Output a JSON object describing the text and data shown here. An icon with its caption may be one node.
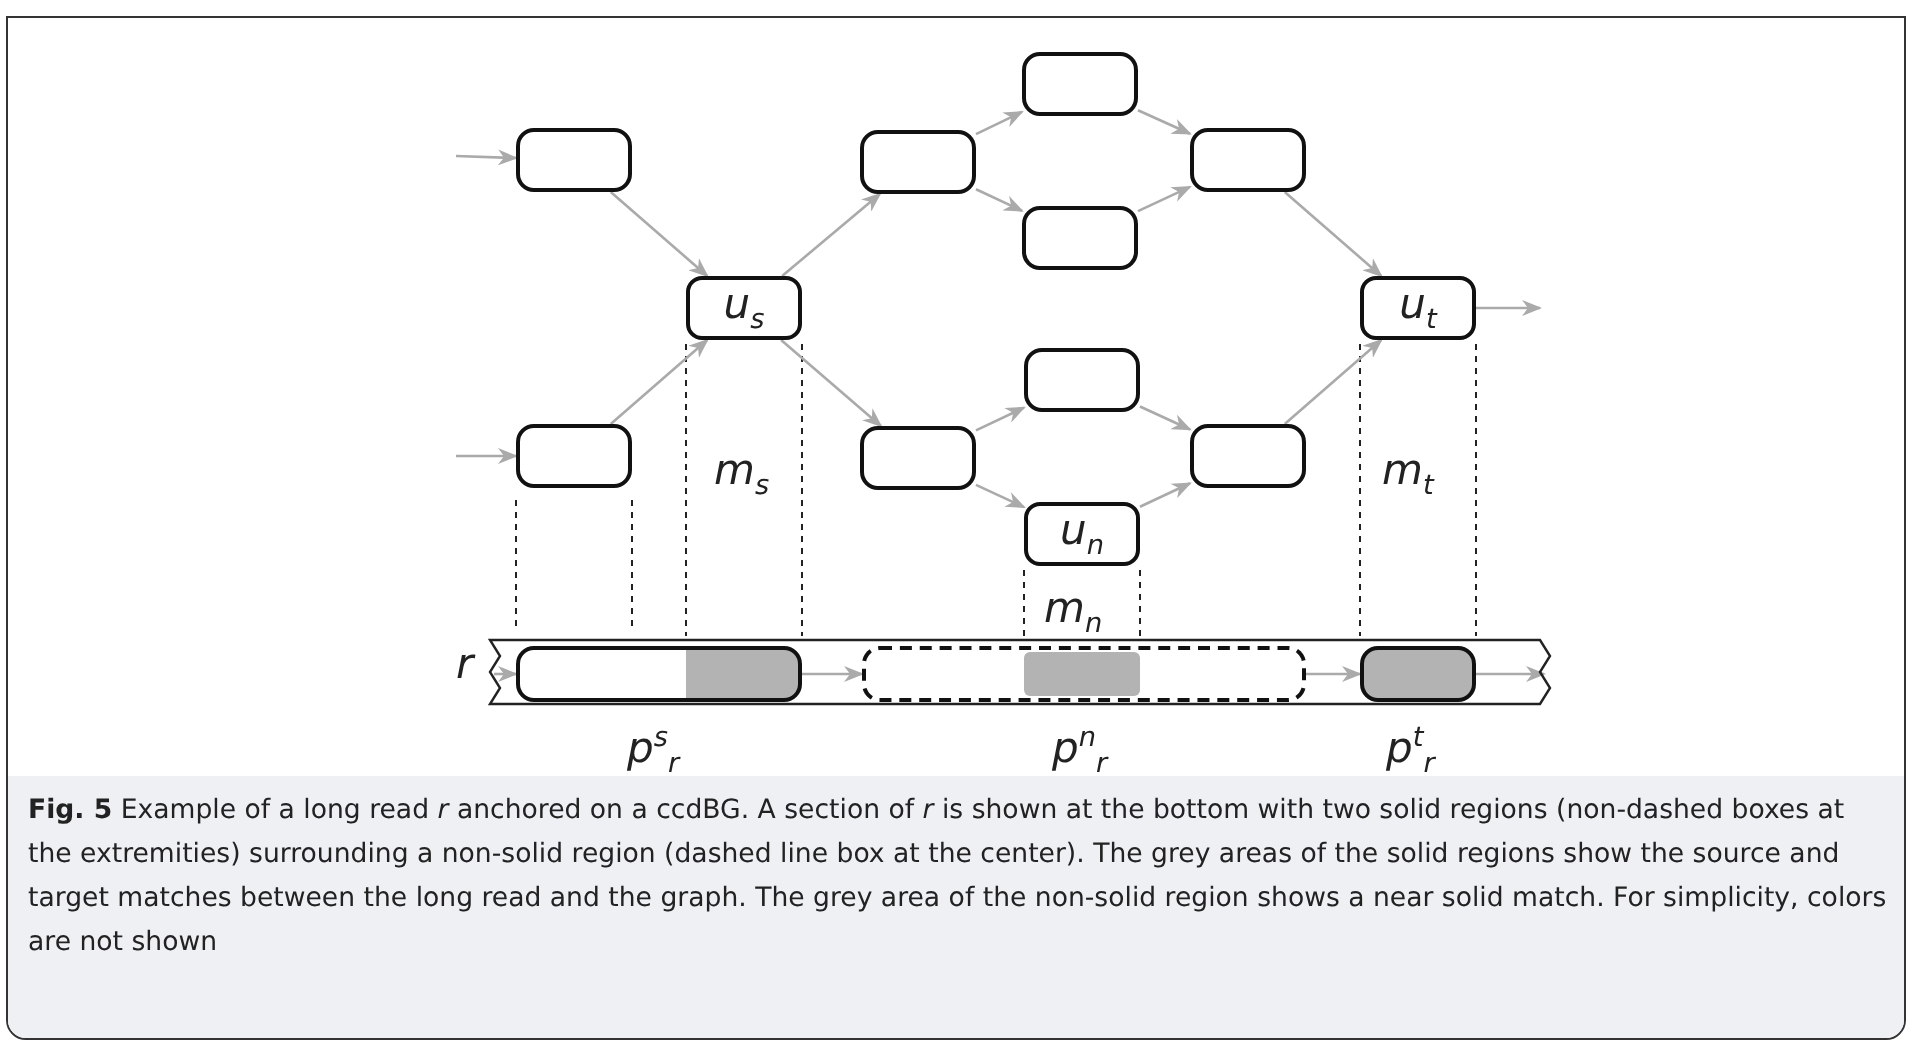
{
  "diagram": {
    "caption": "**Fig. 5**  Example of a long read *r* anchored on a ccdBG. A section of *r* is shown at the bottom with two solid regions (non-dashed boxes at the extremities) surrounding a non-solid region (dashed line box at the center). The grey areas of the solid regions show the source and target matches between the long read and the graph. The grey area of the non-solid region shows a near solid match. For simplicity, colors are not shown",
    "nodes": [
      {
        "text": [],
        "shape": "box"
      },
      {
        "text": [],
        "shape": "box"
      },
      {
        "text": [
          "u$_{s}$"
        ]
      },
      {
        "text": [],
        "shape": "box"
      },
      {
        "text": [],
        "shape": "box"
      },
      {
        "text": [],
        "shape": "box"
      },
      {
        "text": [],
        "shape": "box"
      },
      {
        "text": [],
        "shape": "box"
      },
      {
        "text": [],
        "shape": "box"
      },
      {
        "text": [
          "u$_{n}$"
        ]
      },
      {
        "text": [],
        "shape": "box"
      },
      {
        "text": [
          "u$_{t}$"
        ]
      },
      {
        "text": [
          "r"
        ]
      },
      {
        "text": [],
        "shape": "box",
        "in": 12,
        "beside": [
          "p$^{s}$$_{r}$"
        ]
      },
      {
        "text": [],
        "shape": "box",
        "in": 12,
        "beside": [
          "p$^{n}$$_{r}$"
        ]
      },
      {
        "text": [],
        "shape": "box",
        "in": 12,
        "beside": [
          "p$^{t}$$_{r}$"
        ]
      }
    ],
    "edges": [
      {
        "from": null,
        "to": 0,
        "arrow": "to"
      },
      {
        "from": null,
        "to": 1,
        "arrow": "to"
      },
      {
        "from": 0,
        "to": 2,
        "arrow": "to"
      },
      {
        "from": 1,
        "to": 2,
        "arrow": "to"
      },
      {
        "from": 2,
        "to": 3,
        "arrow": "to"
      },
      {
        "from": 2,
        "to": 7,
        "arrow": "to"
      },
      {
        "from": 3,
        "to": 4,
        "arrow": "to"
      },
      {
        "from": 3,
        "to": 5,
        "arrow": "to"
      },
      {
        "from": 4,
        "to": 6,
        "arrow": "to"
      },
      {
        "from": 5,
        "to": 6,
        "arrow": "to"
      },
      {
        "from": 7,
        "to": 8,
        "arrow": "to"
      },
      {
        "from": 7,
        "to": 9,
        "arrow": "to"
      },
      {
        "from": 8,
        "to": 10,
        "arrow": "to"
      },
      {
        "from": 9,
        "to": 10,
        "arrow": "to"
      },
      {
        "from": 6,
        "to": 11,
        "arrow": "to"
      },
      {
        "from": 10,
        "to": 11,
        "arrow": "to"
      },
      {
        "from": 11,
        "to": null,
        "arrow": "to"
      },
      {
        "from": null,
        "to": 13,
        "arrow": "to"
      },
      {
        "from": 13,
        "to": 14,
        "arrow": "to"
      },
      {
        "from": 14,
        "to": 15,
        "arrow": "to"
      },
      {
        "from": 15,
        "to": null,
        "arrow": "to"
      }
    ],
    "labels": [
      "m$_{s}$",
      "m$_{t}$",
      "m$_{n}$"
    ]
  }
}
